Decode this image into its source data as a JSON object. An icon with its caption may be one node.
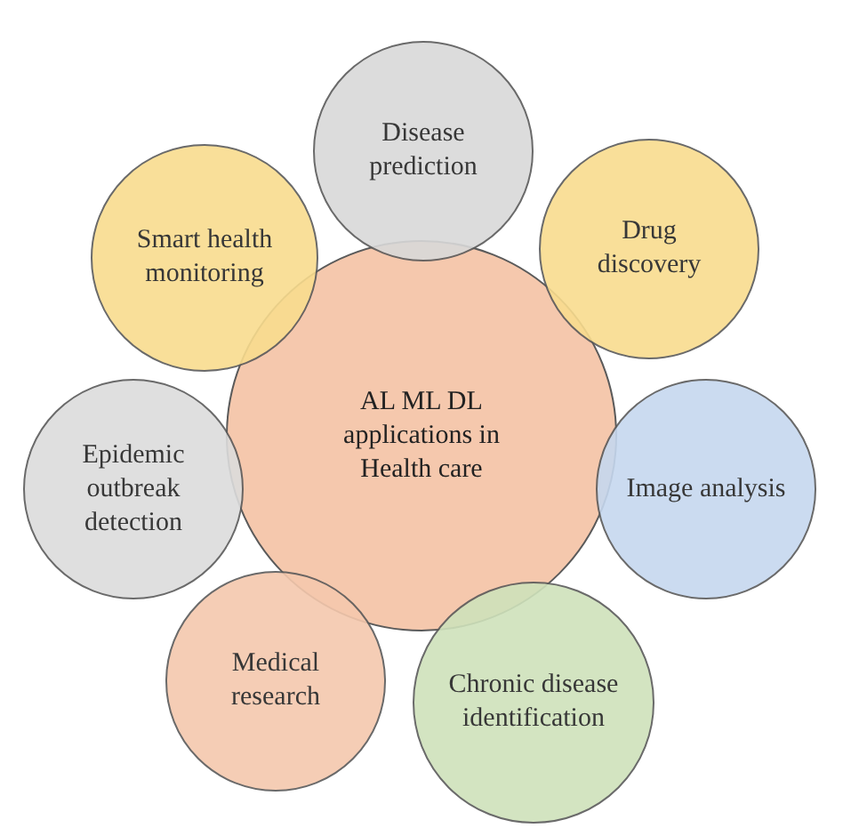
{
  "diagram": {
    "nodes": [
      {
        "text": [
          "Disease prediction"
        ]
      },
      {
        "text": [
          "Smart health monitoring"
        ]
      },
      {
        "text": [
          "Drug discovery"
        ]
      },
      {
        "text": [
          "AL ML DL applications in Health care"
        ]
      },
      {
        "text": [
          "Epidemic outbreak detection"
        ]
      },
      {
        "text": [
          "Image analysis"
        ]
      },
      {
        "text": [
          "Medical research"
        ]
      },
      {
        "text": [
          "Chronic disease identification"
        ]
      }
    ]
  }
}
